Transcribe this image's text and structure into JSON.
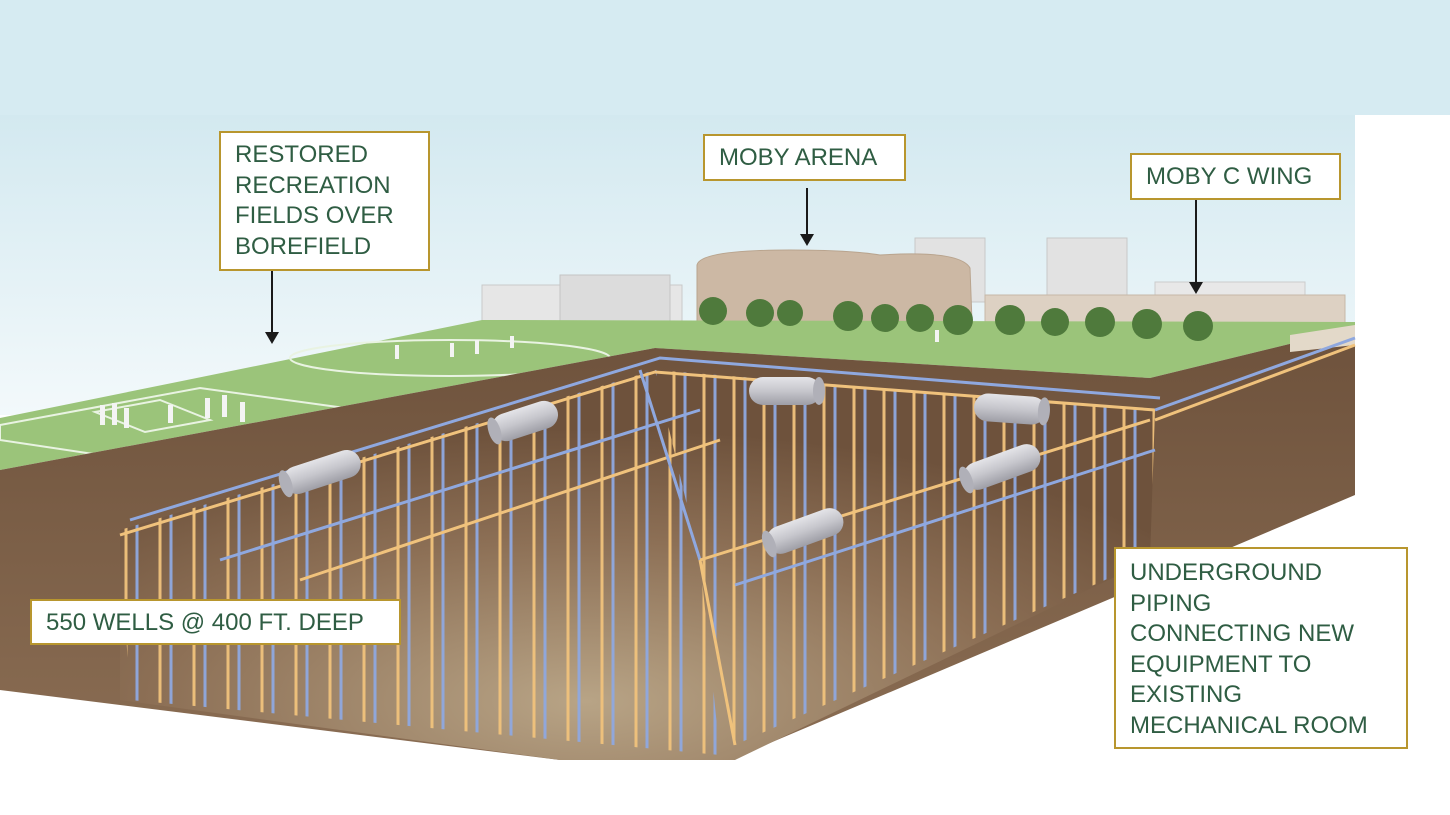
{
  "callouts": {
    "fields": {
      "lines": [
        "RESTORED",
        "RECREATION",
        "FIELDS OVER",
        "BOREFIELD"
      ]
    },
    "arena": {
      "lines": [
        "MOBY ARENA"
      ]
    },
    "cwing": {
      "lines": [
        "MOBY C WING"
      ]
    },
    "wells": {
      "lines": [
        "550 WELLS @ 400 FT. DEEP"
      ]
    },
    "piping": {
      "lines": [
        "UNDERGROUND",
        "PIPING",
        "CONNECTING NEW",
        "EQUIPMENT TO",
        "EXISTING",
        "MECHANICAL ROOM"
      ]
    }
  },
  "colors": {
    "sky": "#d6ebf2",
    "grass": "#9bc47a",
    "soil": "#7a5d45",
    "pipe_supply": "#8fa8df",
    "pipe_return": "#f0c27c",
    "callout_border": "#b8962e",
    "callout_text": "#2f5d43"
  }
}
